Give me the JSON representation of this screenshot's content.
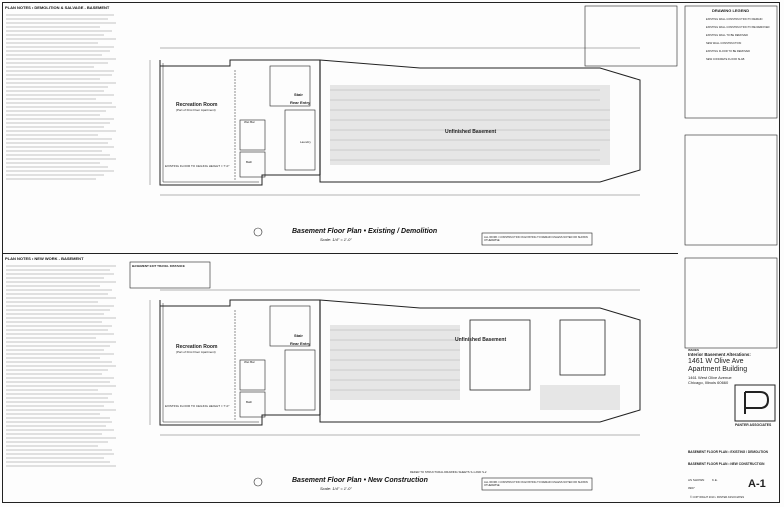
{
  "top_notes_heading": "PLAN NOTES • DEMOLITION & SALVAGE - BASEMENT",
  "bottom_notes_heading": "PLAN NOTES • NEW WORK - BASEMENT",
  "drawing_legend": {
    "heading": "DRAWING LEGEND",
    "items": [
      "EXISTING WALL CONSTRUCTION TO REMAIN",
      "EXISTING WALL CONSTRUCTION TO BE REMOVED",
      "EXISTING WALL TO BE REMOVED",
      "NEW WALL CONSTRUCTION",
      "EXISTING FLOOR TO BE REMOVED",
      "NEW CONCRETE FLOOR SLAB"
    ]
  },
  "top_plan": {
    "title": "Basement Floor Plan • Existing / Demolition",
    "scale": "Scale: 1/4\" = 1'-0\"",
    "recreation_room": "Recreation Room",
    "recreation_sub": "(Part of First Floor Apartment)",
    "unfinished": "Unfinished Basement",
    "stair": "Stair",
    "rear_entry": "Rear Entry",
    "laundry": "Laundry",
    "wet_bar": "Wet Bar",
    "bath": "Bath",
    "ceiling": "EXISTING FLOOR TO CEILING HEIGHT = 7'-0\"",
    "footnote": "ALL WORK / CONSTRUCTION IN EXISTING TO REMAIN UNLESS NOTED OR SHOWN OTHERWISE"
  },
  "bottom_plan": {
    "title": "Basement Floor Plan • New Construction",
    "scale": "Scale: 1/4\" = 1'-0\"",
    "recreation_room": "Recreation Room",
    "recreation_sub": "(Part of First Floor Apartment)",
    "unfinished": "Unfinished Basement",
    "stair": "Stair",
    "rear_entry": "Rear Entry",
    "wet_bar": "Wet Bar",
    "bath": "Bath",
    "ceiling": "EXISTING FLOOR TO CEILING HEIGHT = 7'-0\"",
    "exit_table_heading": "BASEMENT EXIT TRAVEL DISTANCE",
    "footnote": "ALL WORK / CONSTRUCTION IN EXISTING TO REMAIN UNLESS NOTED OR SHOWN OTHERWISE",
    "structural_ref": "REFER TO STRUCTURAL DRAWING SHEETS S-1 AND S-2"
  },
  "title_block": {
    "issues_heading": "ISSUES",
    "project_title": "Interior Basement Alterations:",
    "project_line1": "1461 W Olive Ave",
    "project_line2": "Apartment Building",
    "address1": "1461 West Olive Avenue",
    "address2": "Chicago, Illinois 60660",
    "firm": "PANTER ASSOCIATES",
    "sheet_title1": "BASEMENT FLOOR PLAN • EXISTING / DEMOLITION",
    "sheet_title2": "BASEMENT FLOOR PLAN • NEW CONSTRUCTION",
    "sheet_number": "A-1",
    "drawn_by": "K.E.",
    "date": "0907",
    "scale": "AS SHOWN",
    "copyright": "© COPYRIGHT 2010 • PANTER ASSOCIATES"
  }
}
